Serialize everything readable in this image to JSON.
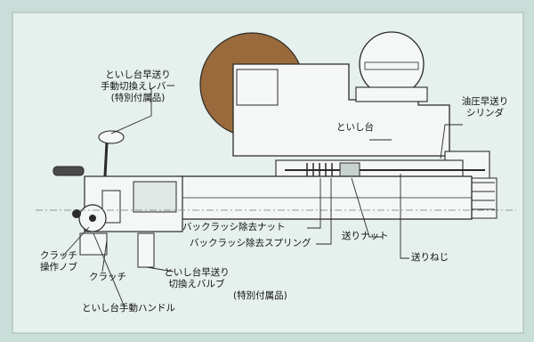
{
  "colors": {
    "background": "#c9ded8",
    "panel": "#e6f0ec",
    "line": "#2a2a2a",
    "grinding_wheel": "#9a6a3c",
    "machine_fill": "#f4f7f5"
  },
  "labels": {
    "quick_feed_lever": [
      "といし台早送り",
      "手動切換えレバー",
      "(特別付属品)"
    ],
    "wheel_head": "といし台",
    "hydraulic_cylinder": [
      "油圧早送り",
      "シリンダ"
    ],
    "backlash_nut": "バックラッシ除去ナット",
    "backlash_spring": "バックラッシ除去スプリング",
    "feed_nut": "送りナット",
    "feed_screw": "送りねじ",
    "clutch_knob": [
      "クラッチ",
      "操作ノブ"
    ],
    "clutch": "クラッチ",
    "switch_valve": [
      "といし台早送り",
      "切換えバルブ"
    ],
    "special_accessory": "(特別付属品)",
    "hand_wheel": "といし台手動ハンドル"
  }
}
